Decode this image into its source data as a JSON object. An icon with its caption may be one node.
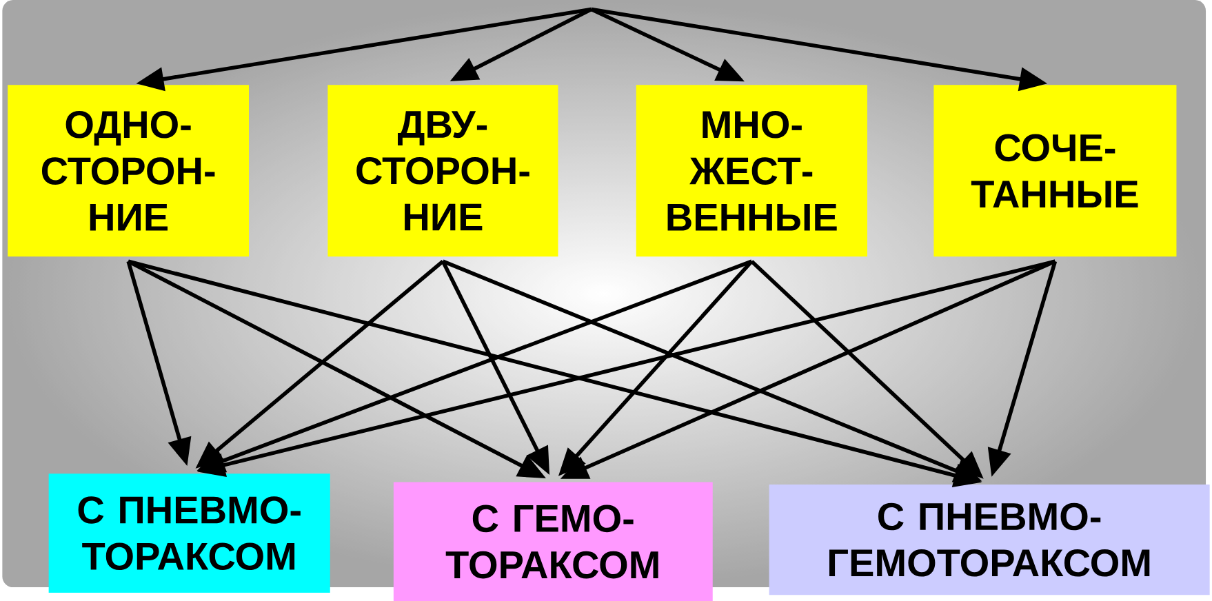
{
  "diagram": {
    "nodes": [
      {
        "text": [
          "ОДНО- СТОРОН- НИЕ"
        ]
      },
      {
        "text": [
          "ДВУ- СТОРОН- НИЕ"
        ]
      },
      {
        "text": [
          "МНО- ЖЕСТ- ВЕННЫЕ"
        ]
      },
      {
        "text": [
          "СОЧЕ- ТАННЫЕ"
        ]
      },
      {
        "text": [
          "С ПНЕВМО- ТОРАКСОМ"
        ]
      },
      {
        "text": [
          "С ГЕМО- ТОРАКСОМ"
        ]
      },
      {
        "text": [
          "С ПНЕВМО- ГЕМОТОРАКСОМ"
        ]
      }
    ],
    "edges": [
      {
        "from": null,
        "to": 0,
        "arrow": "to"
      },
      {
        "from": null,
        "to": 1,
        "arrow": "to"
      },
      {
        "from": null,
        "to": 2,
        "arrow": "to"
      },
      {
        "from": null,
        "to": 3,
        "arrow": "to"
      },
      {
        "from": 0,
        "to": 4,
        "arrow": "to"
      },
      {
        "from": 0,
        "to": 5,
        "arrow": "to"
      },
      {
        "from": 0,
        "to": 6,
        "arrow": "to"
      },
      {
        "from": 1,
        "to": 4,
        "arrow": "to"
      },
      {
        "from": 1,
        "to": 5,
        "arrow": "to"
      },
      {
        "from": 1,
        "to": 6,
        "arrow": "to"
      },
      {
        "from": 2,
        "to": 4,
        "arrow": "to"
      },
      {
        "from": 2,
        "to": 5,
        "arrow": "to"
      },
      {
        "from": 2,
        "to": 6,
        "arrow": "to"
      },
      {
        "from": 3,
        "to": 4,
        "arrow": "to"
      },
      {
        "from": 3,
        "to": 5,
        "arrow": "to"
      },
      {
        "from": 3,
        "to": 6,
        "arrow": "to"
      }
    ]
  }
}
